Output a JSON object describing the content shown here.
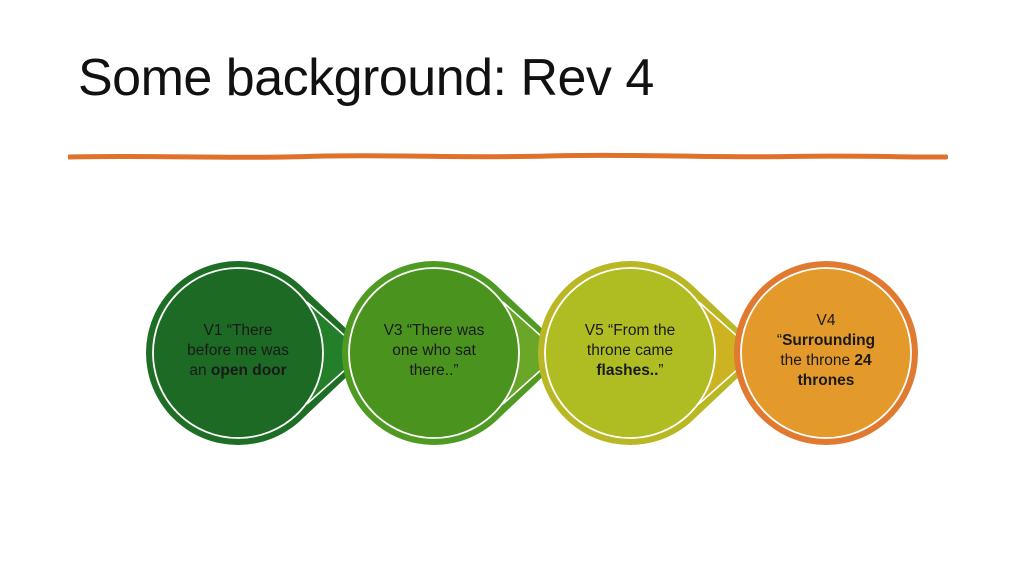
{
  "slide": {
    "title": "Some background: Rev 4"
  },
  "colors": {
    "divider": "#e0712d",
    "text": "#1a1a1a"
  },
  "process": [
    {
      "id": "v1",
      "ring": "#1e6e26",
      "fill": "#1d6a24",
      "tip": "#247f2a",
      "parts": [
        {
          "t": "V1 “There",
          "b": false,
          "br": true
        },
        {
          "t": "before me was",
          "b": false,
          "br": true
        },
        {
          "t": "an ",
          "b": false
        },
        {
          "t": "open door",
          "b": true
        }
      ]
    },
    {
      "id": "v3",
      "ring": "#4e9a22",
      "fill": "#4b931f",
      "tip": "#6aa627",
      "parts": [
        {
          "t": "V3 “There was",
          "b": false,
          "br": true
        },
        {
          "t": "one who sat",
          "b": false,
          "br": true
        },
        {
          "t": "there..”",
          "b": false
        }
      ]
    },
    {
      "id": "v5",
      "ring": "#b9b824",
      "fill": "#afbd22",
      "tip": "#cdb322",
      "parts": [
        {
          "t": "V5 “From the",
          "b": false,
          "br": true
        },
        {
          "t": "throne came",
          "b": false,
          "br": true
        },
        {
          "t": "flashes..",
          "b": true
        },
        {
          "t": "”",
          "b": false
        }
      ]
    },
    {
      "id": "v4",
      "ring": "#e07a30",
      "fill": "#e39a2a",
      "tip": null,
      "parts": [
        {
          "t": "V4",
          "b": false,
          "br": true
        },
        {
          "t": "“",
          "b": false
        },
        {
          "t": "Surrounding",
          "b": true,
          "br": true
        },
        {
          "t": "the throne ",
          "b": false
        },
        {
          "t": "24",
          "b": true,
          "br": true
        },
        {
          "t": "thrones",
          "b": true
        }
      ]
    }
  ]
}
